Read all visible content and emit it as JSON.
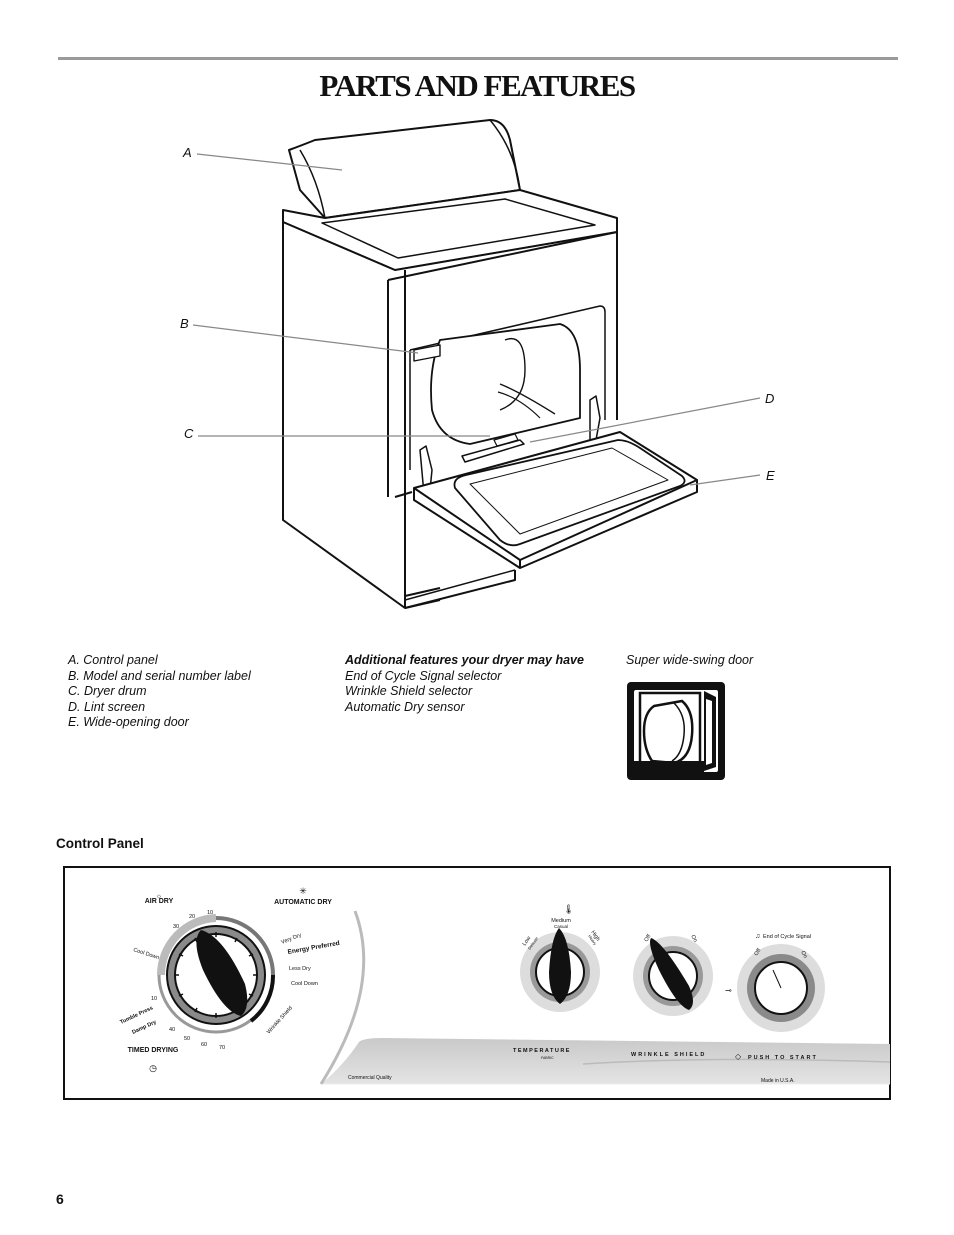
{
  "page": {
    "title": "PARTS AND FEATURES",
    "page_number": "6"
  },
  "callouts": {
    "a": "A",
    "b": "B",
    "c": "C",
    "d": "D",
    "e": "E"
  },
  "parts_list": [
    "A. Control panel",
    "B. Model and serial number label",
    "C. Dryer drum",
    "D. Lint screen",
    "E. Wide-opening door"
  ],
  "additional_features": {
    "heading": "Additional features your dryer may have",
    "items": [
      "End of Cycle Signal selector",
      "Wrinkle Shield selector",
      "Automatic Dry sensor"
    ]
  },
  "super_door": {
    "label": "Super wide-swing door"
  },
  "control_panel": {
    "section_title": "Control Panel",
    "cycle_knob": {
      "air_dry": "AIR DRY",
      "automatic_dry": "AUTOMATIC DRY",
      "very_dry": "Very Dry",
      "energy_preferred": "Energy Preferred",
      "less_dry": "Less Dry",
      "cool_down_right": "Cool Down",
      "wrinkle_shield": "Wrinkle Shield",
      "cool_down_left": "Cool Down",
      "tumble_press": "Tumble Press",
      "damp_dry": "Damp Dry",
      "timed_drying": "TIMED DRYING",
      "tick_10_top": "10",
      "tick_20": "20",
      "tick_30": "30",
      "tick_10_left": "10",
      "tick_40": "40",
      "tick_50": "50",
      "tick_60": "60",
      "tick_70": "70"
    },
    "temperature_knob": {
      "low": "Low",
      "delicate": "Delicate",
      "medium": "Medium",
      "casual": "Casual",
      "high": "High",
      "heavy": "Heavy",
      "label": "TEMPERATURE",
      "sublabel": "FABRIC"
    },
    "wrinkle_knob": {
      "off": "Off",
      "on": "On",
      "label": "WRINKLE SHIELD"
    },
    "signal_knob": {
      "title": "End of Cycle Signal",
      "off": "Off",
      "on": "On"
    },
    "push_to_start": "PUSH TO START",
    "commercial_quality": "Commercial Quality",
    "made_in": "Made in U.S.A."
  }
}
